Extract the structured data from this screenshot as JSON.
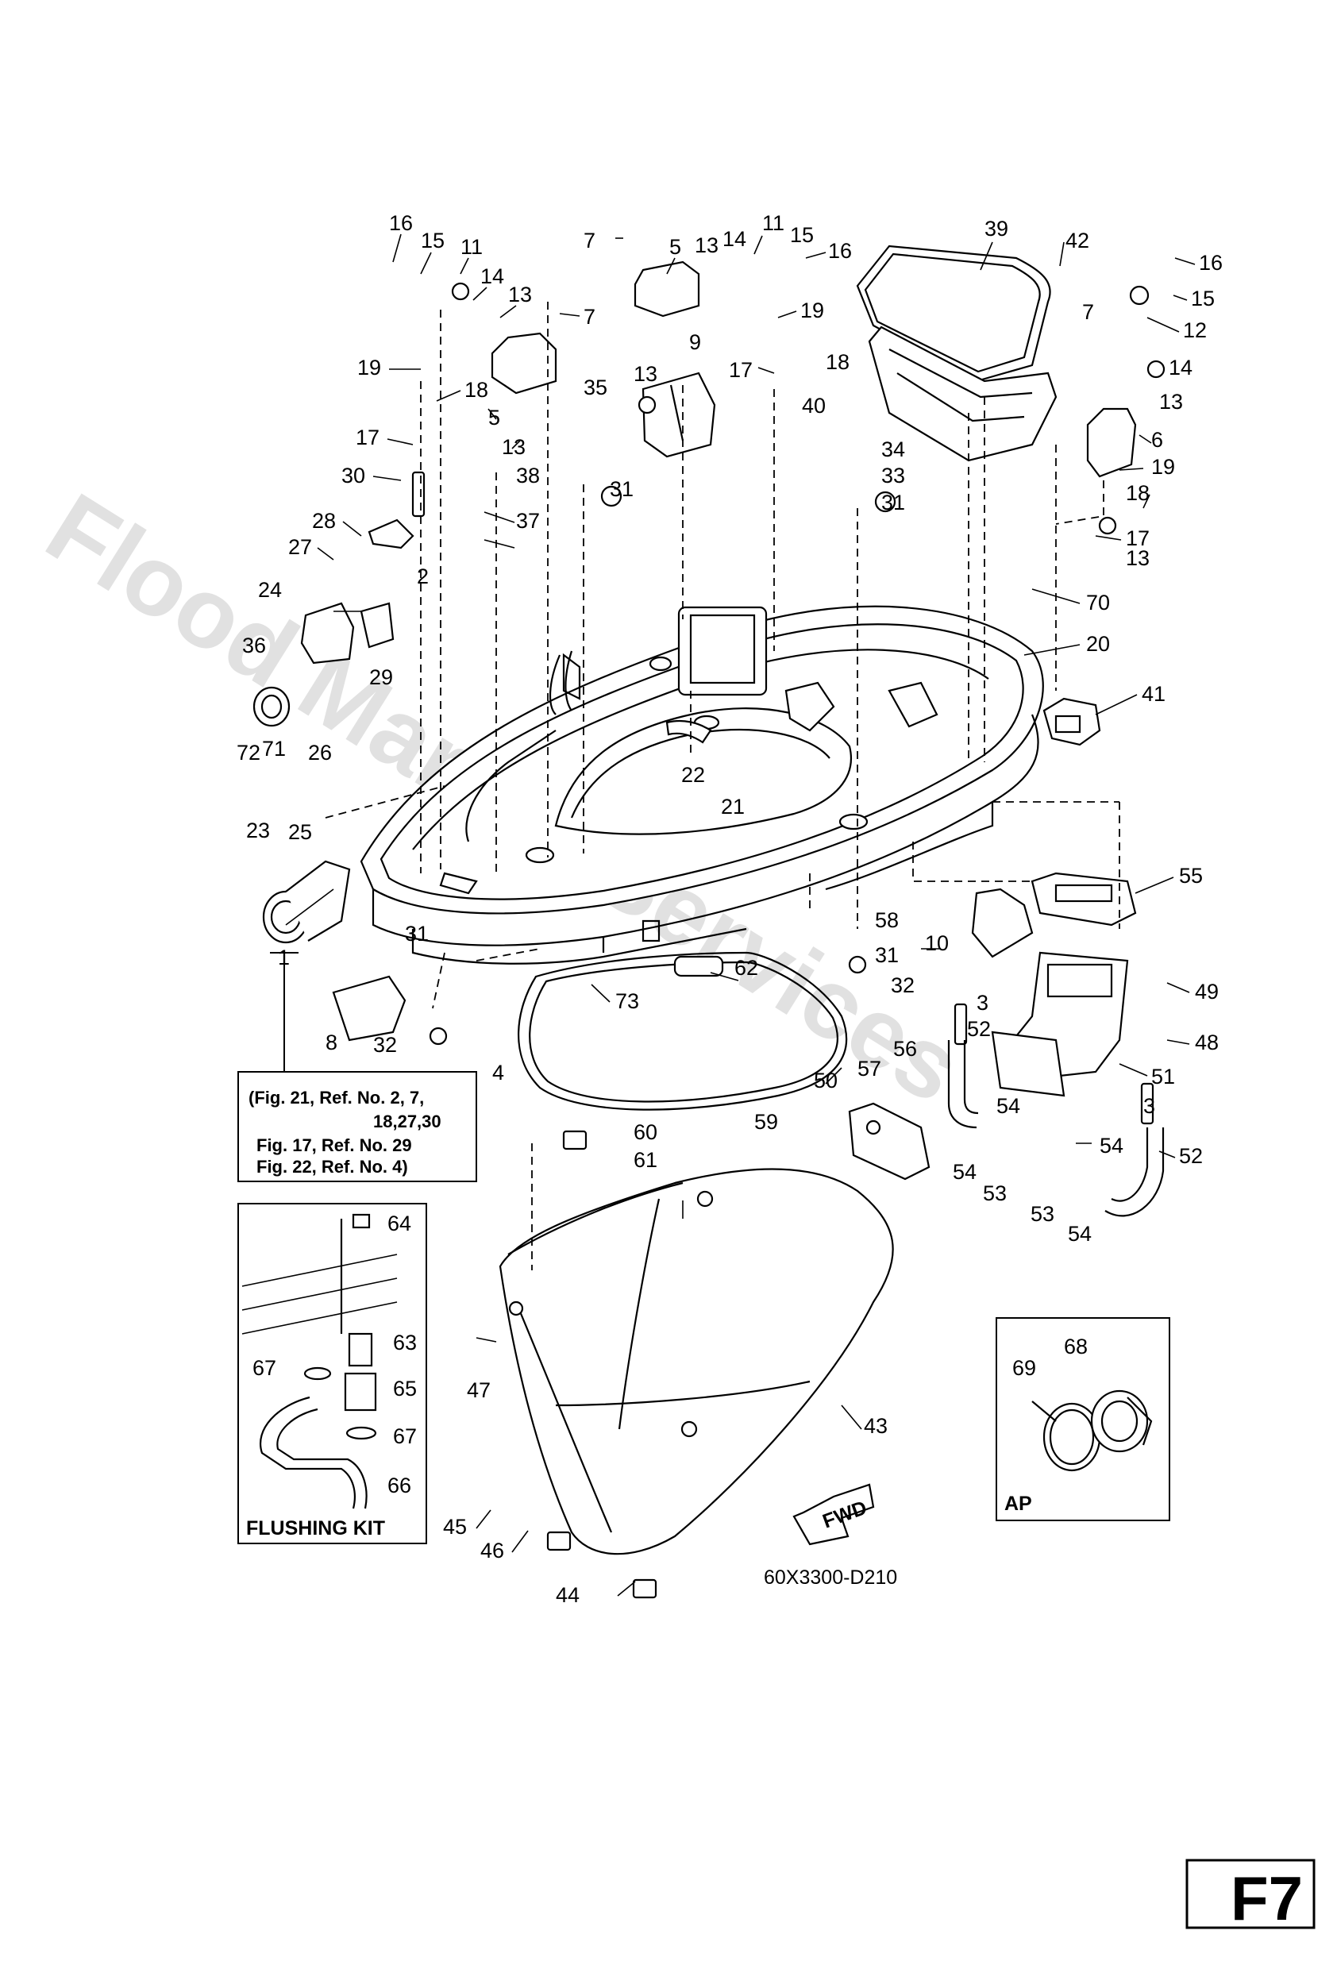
{
  "watermark": "Flood Marine Services",
  "diagram_code": "60X3300-D210",
  "page_code": "F7",
  "reference_box": {
    "lines": [
      "(Fig. 21, Ref. No. 2, 7,",
      "18,27,30",
      "Fig. 17, Ref. No. 29",
      "Fig. 22, Ref. No. 4)"
    ]
  },
  "flushing_kit": {
    "title": "FLUSHING KIT"
  },
  "ap_box": {
    "title": "AP"
  },
  "fwd_arrow": {
    "label": "FWD"
  },
  "callouts": [
    "16",
    "15",
    "11",
    "14",
    "13",
    "7",
    "19",
    "18",
    "5",
    "17",
    "13",
    "30",
    "38",
    "28",
    "37",
    "27",
    "2",
    "24",
    "29",
    "36",
    "7",
    "5",
    "13",
    "14",
    "11",
    "15",
    "16",
    "19",
    "9",
    "13",
    "17",
    "18",
    "40",
    "39",
    "42",
    "16",
    "15",
    "12",
    "7",
    "14",
    "13",
    "6",
    "19",
    "18",
    "17",
    "13",
    "35",
    "31",
    "34",
    "33",
    "31",
    "70",
    "20",
    "41",
    "22",
    "21",
    "72",
    "71",
    "26",
    "25",
    "23",
    "1",
    "31",
    "8",
    "32",
    "4",
    "73",
    "62",
    "58",
    "31",
    "32",
    "10",
    "55",
    "49",
    "48",
    "3",
    "52",
    "51",
    "56",
    "57",
    "50",
    "59",
    "54",
    "54",
    "52",
    "54",
    "53",
    "53",
    "54",
    "3",
    "60",
    "61",
    "64",
    "63",
    "67",
    "65",
    "67",
    "66",
    "47",
    "43",
    "45",
    "46",
    "44",
    "69",
    "68"
  ]
}
